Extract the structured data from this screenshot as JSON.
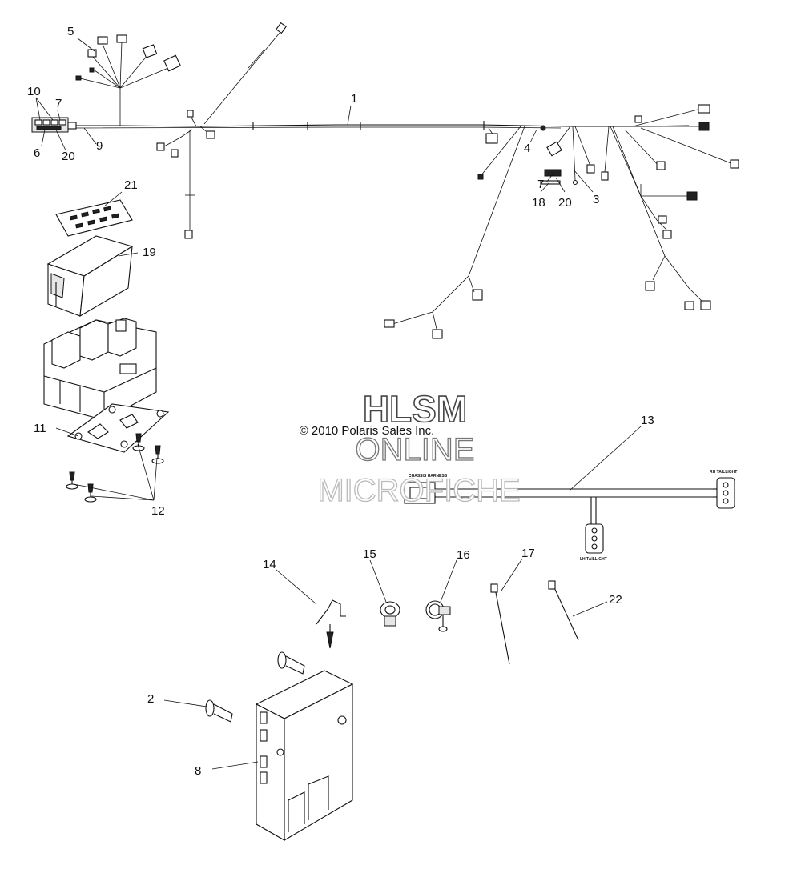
{
  "copyright": "© 2010 Polaris Sales Inc.",
  "watermark": {
    "line1": "HLSM",
    "line2": "ONLINE",
    "line3": "MICROFICHE"
  },
  "connector_labels": {
    "chassis": "CHASSIS HARNESS",
    "rh_taillight": "RH TAILLIGHT",
    "lh_taillight": "LH TAILLIGHT"
  },
  "callouts": {
    "c1": "1",
    "c2": "2",
    "c3": "3",
    "c4": "4",
    "c5": "5",
    "c6": "6",
    "c7a": "7",
    "c7b": "7",
    "c8": "8",
    "c9": "9",
    "c10": "10",
    "c11": "11",
    "c12": "12",
    "c13": "13",
    "c14": "14",
    "c15": "15",
    "c16": "16",
    "c17": "17",
    "c18": "18",
    "c19": "19",
    "c20a": "20",
    "c20b": "20",
    "c21": "21",
    "c22": "22"
  }
}
